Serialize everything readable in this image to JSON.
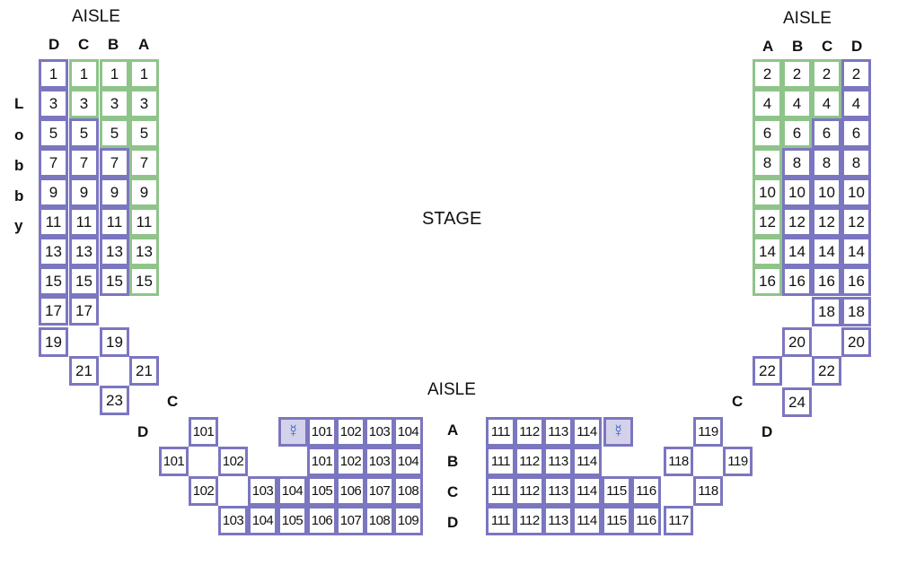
{
  "labels": {
    "aisle_left": "AISLE",
    "aisle_right": "AISLE",
    "aisle_center": "AISLE",
    "stage": "STAGE",
    "lobby": [
      "L",
      "o",
      "b",
      "b",
      "y"
    ],
    "left_cols": [
      "D",
      "C",
      "B",
      "A"
    ],
    "right_cols": [
      "A",
      "B",
      "C",
      "D"
    ],
    "left_c": "C",
    "left_d": "D",
    "right_c": "C",
    "right_d": "D",
    "center_rows": [
      "A",
      "B",
      "C",
      "D"
    ]
  },
  "icons": {
    "wheelchair": "wheelchair-icon"
  },
  "colors": {
    "seat_border": "#7b76c0",
    "accent_border": "#8ec48a",
    "wheelchair_fill": "#d4d1ea",
    "wheelchair_glyph": "#2f5fc4"
  },
  "left_section": {
    "D": [
      "1",
      "3",
      "5",
      "7",
      "9",
      "11",
      "13",
      "15",
      "17",
      "19"
    ],
    "C": [
      "1",
      "3",
      "5",
      "7",
      "9",
      "11",
      "13",
      "15",
      "17",
      "21"
    ],
    "B": [
      "1",
      "3",
      "5",
      "7",
      "9",
      "11",
      "13",
      "15",
      "19",
      "23"
    ],
    "A": [
      "1",
      "3",
      "5",
      "7",
      "9",
      "11",
      "13",
      "15",
      "21"
    ]
  },
  "right_section": {
    "A": [
      "2",
      "4",
      "6",
      "8",
      "10",
      "12",
      "14",
      "16",
      "22"
    ],
    "B": [
      "2",
      "4",
      "6",
      "8",
      "10",
      "12",
      "14",
      "16",
      "20",
      "24"
    ],
    "C": [
      "2",
      "4",
      "6",
      "8",
      "10",
      "12",
      "14",
      "16",
      "18",
      "22"
    ],
    "D": [
      "2",
      "4",
      "6",
      "8",
      "10",
      "12",
      "14",
      "16",
      "18",
      "20"
    ]
  },
  "center_section": {
    "row_a_left": [
      "101",
      "101",
      "102",
      "103",
      "104"
    ],
    "row_b_left": [
      "101",
      "102",
      "101",
      "102",
      "103",
      "104"
    ],
    "row_c_left": [
      "102",
      "103",
      "104",
      "105",
      "106",
      "107",
      "108"
    ],
    "row_d_left": [
      "103",
      "104",
      "105",
      "106",
      "107",
      "108",
      "109"
    ],
    "row_a_right": [
      "111",
      "112",
      "113",
      "114",
      "119"
    ],
    "row_b_right": [
      "111",
      "112",
      "113",
      "114",
      "118",
      "119"
    ],
    "row_c_right": [
      "111",
      "112",
      "113",
      "114",
      "115",
      "116",
      "118"
    ],
    "row_d_right": [
      "111",
      "112",
      "113",
      "114",
      "115",
      "116",
      "117"
    ]
  }
}
